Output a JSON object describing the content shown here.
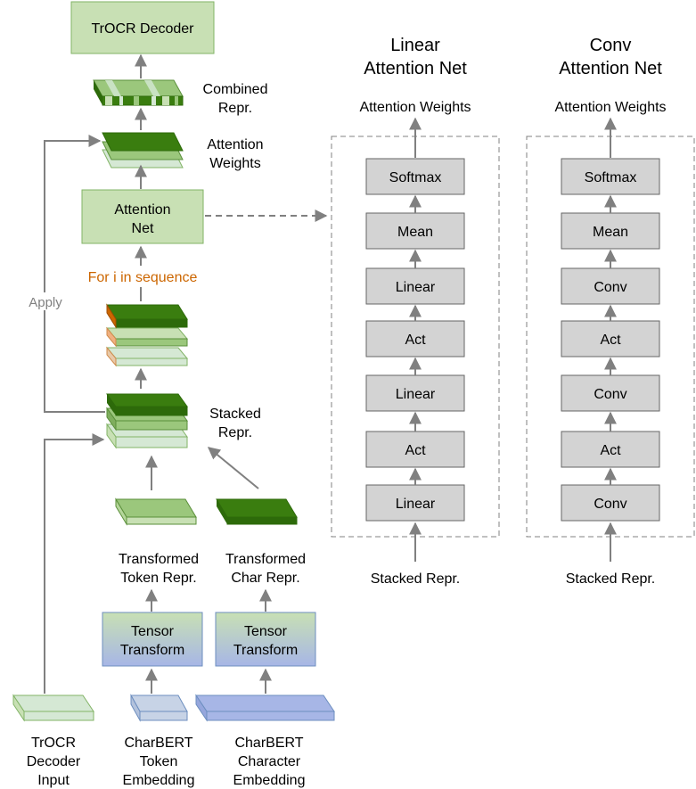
{
  "colors": {
    "green_light": "#d5e8d4",
    "green_box": "#c8e0b4",
    "green_dark": "#3a7d0f",
    "green_mid": "#9bc77c",
    "orange": "#cc6600",
    "gray_box": "#d3d3d3",
    "arrow": "#808080",
    "blue_light": "#c7d3e6",
    "blue_char": "#a7b6e6"
  },
  "left": {
    "decoder_title": "TrOCR Decoder",
    "combined_line1": "Combined",
    "combined_line2": "Repr.",
    "attn_weights_line1": "Attention",
    "attn_weights_line2": "Weights",
    "attn_net_line1": "Attention",
    "attn_net_line2": "Net",
    "loop_label": "For i in sequence",
    "apply_label": "Apply",
    "stacked_line1": "Stacked",
    "stacked_line2": "Repr.",
    "token_repr_line1": "Transformed",
    "token_repr_line2": "Token Repr.",
    "char_repr_line1": "Transformed",
    "char_repr_line2": "Char Repr.",
    "tensor1_line1": "Tensor",
    "tensor1_line2": "Transform",
    "tensor2_line1": "Tensor",
    "tensor2_line2": "Transform",
    "input_decoder": [
      "TrOCR",
      "Decoder",
      "Input"
    ],
    "input_token": [
      "CharBERT",
      "Token",
      "Embedding"
    ],
    "input_char": [
      "CharBERT",
      "Character",
      "Embedding"
    ]
  },
  "linear_net": {
    "title_line1": "Linear",
    "title_line2": "Attention Net",
    "output_label": "Attention Weights",
    "input_label": "Stacked Repr.",
    "layers": [
      "Softmax",
      "Mean",
      "Linear",
      "Act",
      "Linear",
      "Act",
      "Linear"
    ]
  },
  "conv_net": {
    "title_line1": "Conv",
    "title_line2": "Attention Net",
    "output_label": "Attention Weights",
    "input_label": "Stacked Repr.",
    "layers": [
      "Softmax",
      "Mean",
      "Conv",
      "Act",
      "Conv",
      "Act",
      "Conv"
    ]
  }
}
